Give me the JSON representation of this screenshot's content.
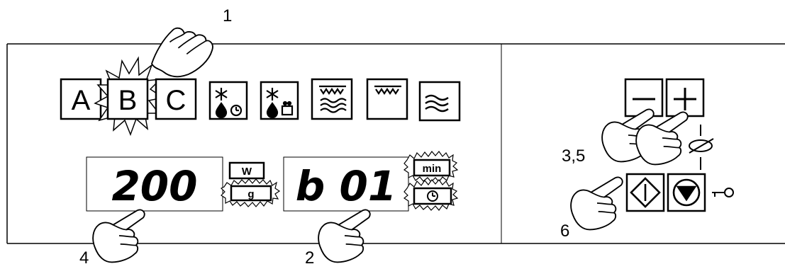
{
  "program_keys": [
    {
      "id": "a",
      "label": "A"
    },
    {
      "id": "b",
      "label": "B"
    },
    {
      "id": "c",
      "label": "C"
    }
  ],
  "function_icons": [
    "defrost-by-time-icon",
    "defrost-by-weight-icon",
    "grill-and-microwave-icon",
    "grill-icon",
    "microwave-icon"
  ],
  "display_left": {
    "value": "200",
    "unit_top": "W",
    "unit_bottom": "g"
  },
  "display_right": {
    "value": "b 01",
    "unit_top": "min",
    "unit_bottom_icon": "clock-icon"
  },
  "controls": {
    "minus": "—",
    "plus": "+"
  },
  "pointers": {
    "p1": "1",
    "p2": "2",
    "p35": "3,5",
    "p4": "4",
    "p6": "6"
  },
  "colors": {
    "ink": "#000000",
    "display_bg": "#ffffff",
    "burst_fill": "#ffffff"
  }
}
